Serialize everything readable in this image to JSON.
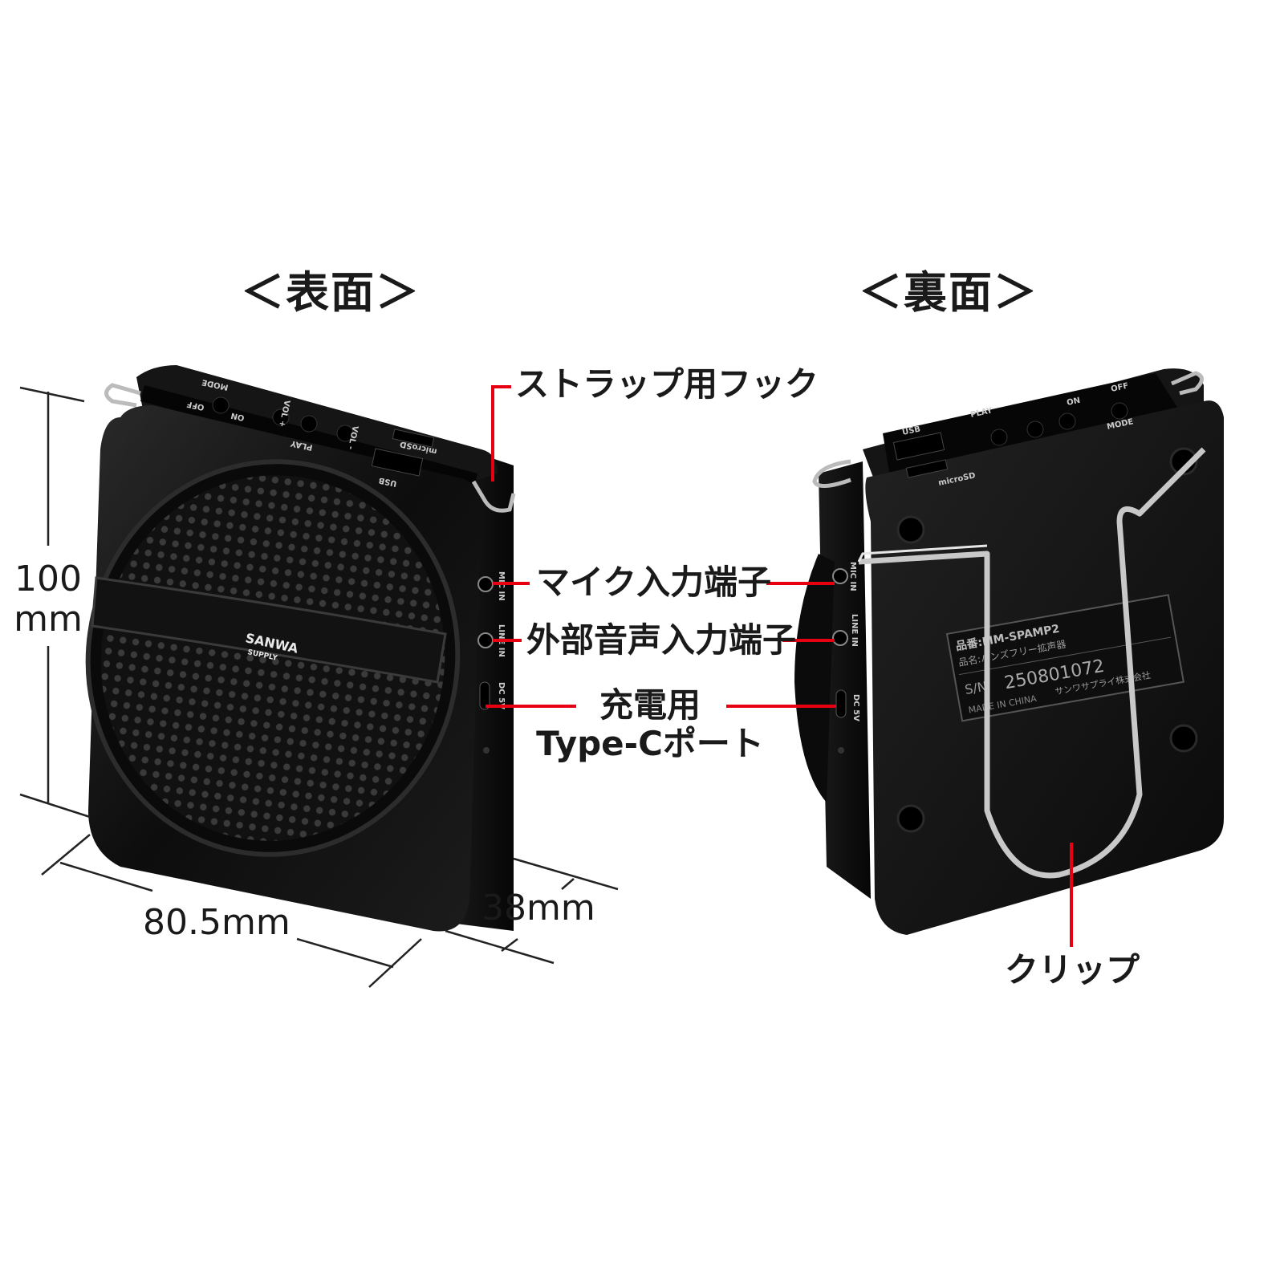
{
  "headings": {
    "front": "＜表面＞",
    "back": "＜裏面＞"
  },
  "callouts": {
    "strap_hook": "ストラップ用フック",
    "mic_input": "マイク入力端子",
    "line_input": "外部音声入力端子",
    "charge_port_line1": "充電用",
    "charge_port_line2": "Type-Cポート",
    "clip": "クリップ"
  },
  "dimensions": {
    "height_value": "100",
    "height_unit": "mm",
    "width": "80.5mm",
    "depth": "38mm"
  },
  "device_labels": {
    "brand_line1": "SANWA",
    "brand_line2": "SUPPLY",
    "mode": "MODE",
    "vol_plus": "VOL +",
    "vol_minus": "VOL -",
    "play": "PLAY",
    "on": "ON",
    "off": "OFF",
    "usb": "USB",
    "microsd": "microSD",
    "mic_in": "MIC IN",
    "line_in": "LINE IN",
    "dc_5v": "DC 5V"
  },
  "back_label": {
    "part_no": "品番:MM-SPAMP2",
    "product_name": "品名:ハンズフリー拡声器",
    "serial_prefix": "S/N",
    "serial": "250801072",
    "maker": "サンワサプライ株式会社",
    "origin": "MADE IN CHINA"
  },
  "colors": {
    "accent": "#e60012",
    "device_body": "#111111",
    "text": "#1a1a1a",
    "dimension_line": "#222222"
  }
}
